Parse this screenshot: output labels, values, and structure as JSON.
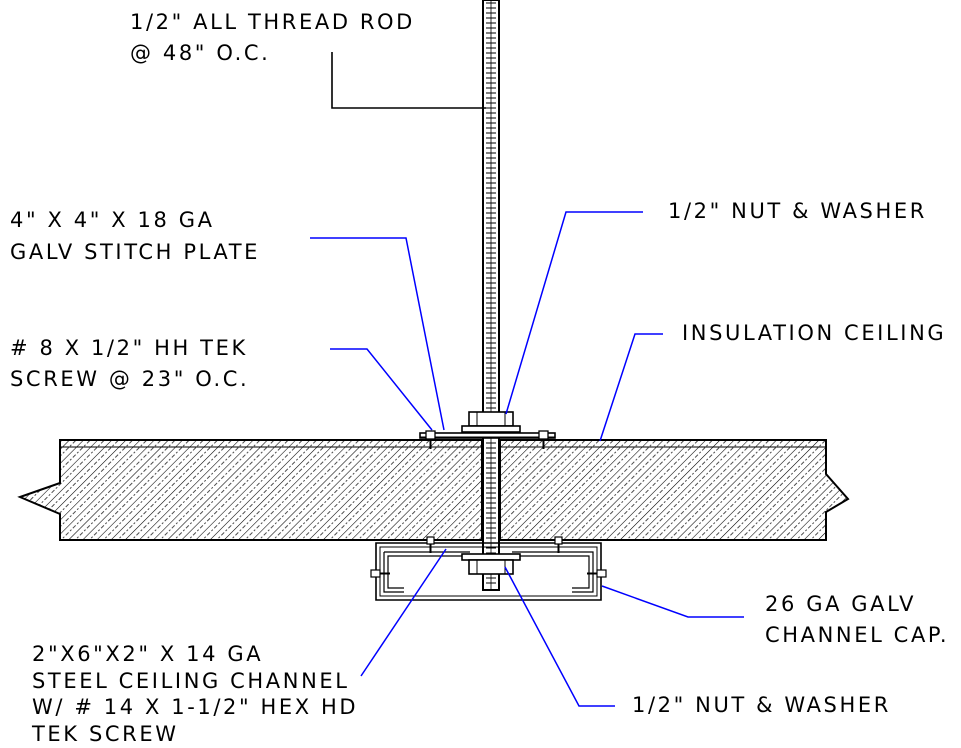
{
  "labels": {
    "thread_rod_l1": "1/2\" ALL THREAD ROD",
    "thread_rod_l2": "@ 48\" O.C.",
    "stitch_plate_l1": "4\" X 4\" X 18 GA",
    "stitch_plate_l2": "GALV STITCH PLATE",
    "tek_screw_l1": "# 8 X 1/2\" HH TEK",
    "tek_screw_l2": "SCREW @ 23\" O.C.",
    "nut_top": "1/2\" NUT & WASHER",
    "insulation": "INSULATION CEILING",
    "channel_cap_l1": "26 GA GALV",
    "channel_cap_l2": "CHANNEL CAP.",
    "channel_l1": "2\"X6\"X2\" X 14 GA",
    "channel_l2": "STEEL CEILING CHANNEL",
    "channel_l3": "W/ # 14 X 1-1/2\" HEX HD",
    "channel_l4": "TEK SCREW",
    "nut_bottom": "1/2\" NUT & WASHER"
  },
  "colors": {
    "linework": "#000000",
    "leader": "#0000ff",
    "background": "#ffffff"
  }
}
